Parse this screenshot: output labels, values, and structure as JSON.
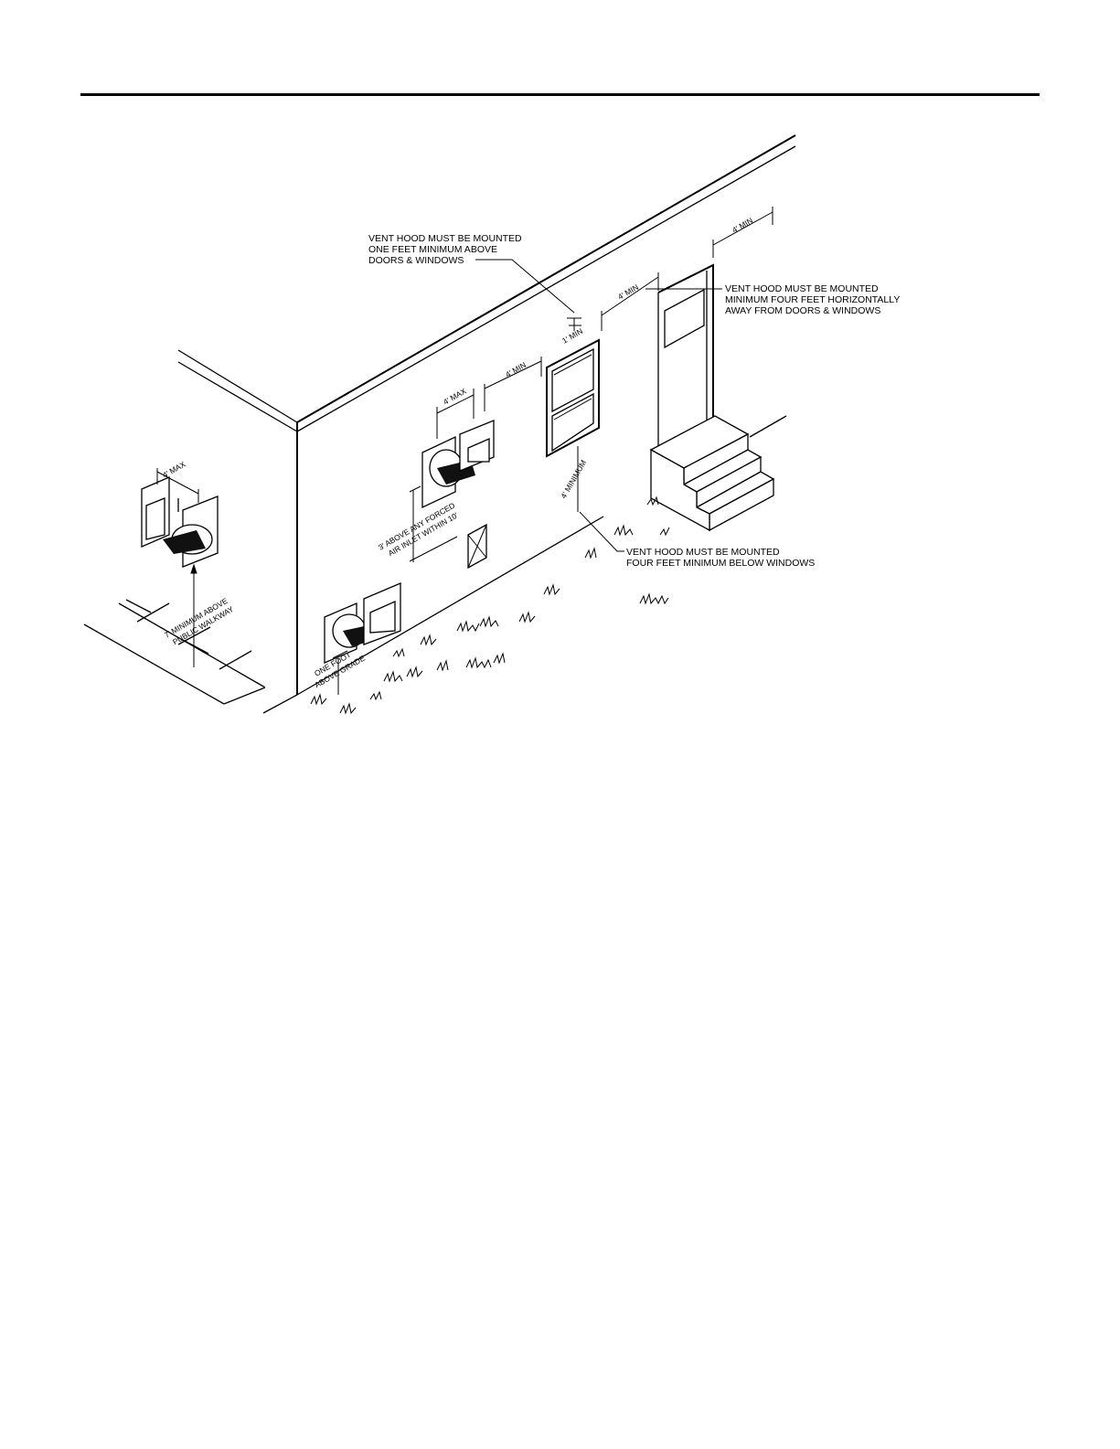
{
  "labels": {
    "above_doors_1": "VENT HOOD MUST BE MOUNTED",
    "above_doors_2": "ONE FEET MINIMUM ABOVE",
    "above_doors_3": "DOORS & WINDOWS",
    "horiz_1": "VENT HOOD MUST BE MOUNTED",
    "horiz_2": "MINIMUM FOUR FEET HORIZONTALLY",
    "horiz_3": "AWAY FROM DOORS & WINDOWS",
    "below_1": "VENT HOOD MUST BE MOUNTED",
    "below_2": "FOUR FEET MINIMUM BELOW WINDOWS",
    "walkway_1": "7' MINIMUM ABOVE",
    "walkway_2": "PUBLIC WALKWAY",
    "inlet_1": "3' ABOVE ANY FORCED",
    "inlet_2": "AIR INLET WITHIN 10'",
    "grade_1": "ONE FOOT",
    "grade_2": "ABOVE GRADE"
  },
  "dimensions": {
    "max_left": "4' MAX",
    "max_mid": "4'  MAX",
    "min_mid": "4'  MIN",
    "min_one": "1'  MIN",
    "min_door": "4'  MIN",
    "min_top": "4'  MIN",
    "minimum_vertical": "4' MINIMUM"
  }
}
